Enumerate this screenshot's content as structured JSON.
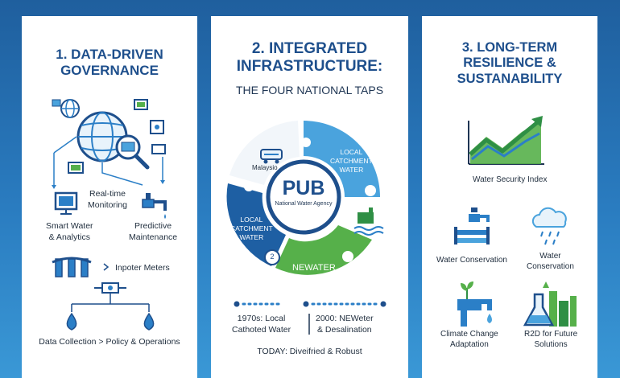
{
  "panel1": {
    "title_l1": "1. DATA-DRIVEN",
    "title_l2": "GOVERNANCE",
    "realtime_l1": "Real-time",
    "realtime_l2": "Monitoring",
    "smart_l1": "Smart Water",
    "smart_l2": "& Analytics",
    "predictive_l1": "Predictive",
    "predictive_l2": "Maintenance",
    "meters": "Inpoter Meters",
    "flow": "Data Collection > Policy & Operations"
  },
  "panel2": {
    "title_l1": "2. INTEGRATED",
    "title_l2": "INFRASTRUCTURE:",
    "subtitle": "THE FOUR NATIONAL TAPS",
    "center_title": "PUB",
    "center_sub": "National Water Agency",
    "seg_malaysia": "Malaysio",
    "seg_top_l1": "LOCAL",
    "seg_top_l2": "CATCHMENT",
    "seg_top_l3": "WATER",
    "seg_left_l1": "LOCAL",
    "seg_left_l2": "CATCHMENT",
    "seg_left_l3": "WATER",
    "seg_newater": "NEWATER",
    "seg_number": "2",
    "timeline_1970_l1": "1970s: Local",
    "timeline_1970_l2": "Cathoted Water",
    "timeline_2000_l1": "2000: NEWeter",
    "timeline_2000_l2": "& Desalination",
    "today": "TODAY: Diveifried & Robust"
  },
  "panel3": {
    "title_l1": "3. LONG-TERM",
    "title_l2": "RESILIENCE &",
    "title_l3": "SUSTANABILITY",
    "index": "Water Security Index",
    "conservation1": "Water Conservation",
    "conservation2_l1": "Water",
    "conservation2_l2": "Conservation",
    "climate_l1": "Climate Change",
    "climate_l2": "Adaptation",
    "r2d_l1": "R2D for Future",
    "r2d_l2": "Solutions"
  },
  "colors": {
    "navy": "#1e4f8c",
    "blue": "#2b7fc7",
    "lightblue": "#4aa3dd",
    "green": "#56b04a",
    "darkgreen": "#2f8f45"
  }
}
